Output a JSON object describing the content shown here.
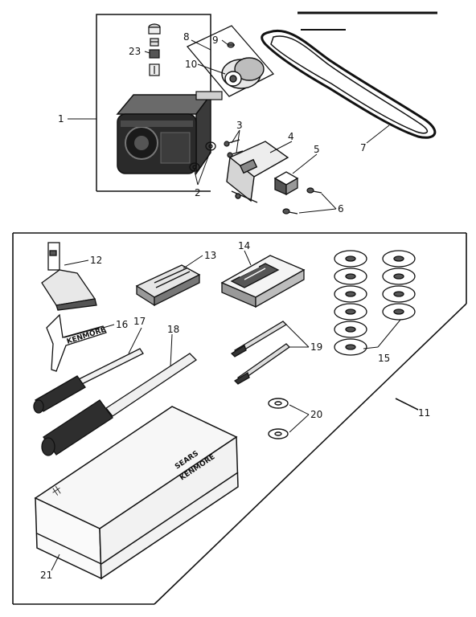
{
  "callouts": {
    "c1": "1",
    "c2": "2",
    "c3": "3",
    "c4": "4",
    "c5": "5",
    "c6": "6",
    "c7": "7",
    "c8": "8",
    "c9": "9",
    "c10": "10",
    "c11": "11",
    "c12": "12",
    "c13": "13",
    "c14": "14",
    "c15": "15",
    "c16": "16",
    "c17": "17",
    "c18": "18",
    "c19": "19",
    "c20": "20",
    "c21": "21",
    "c23": "23"
  },
  "box_text": {
    "line1": "SEARS",
    "line2": "KENMORE"
  },
  "gauge_text": "KENMORE",
  "box_end_mark": "卄"
}
